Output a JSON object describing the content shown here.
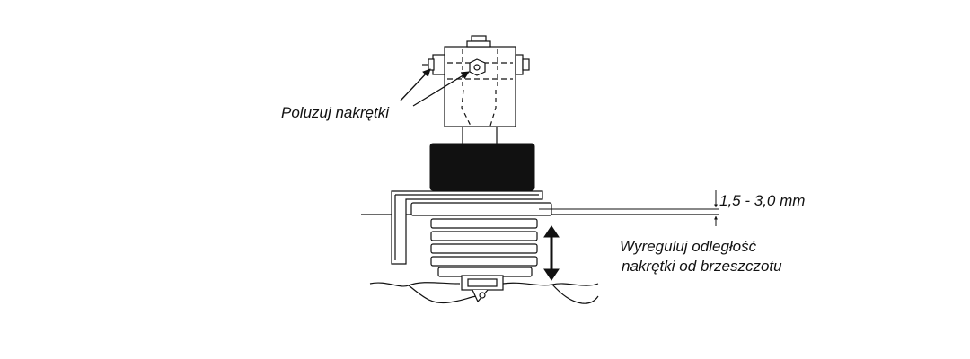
{
  "labels": {
    "loosen_nuts": "Poluzuj nakrętki",
    "gap_range": "1,5 - 3,0 mm",
    "adjust_line1": "Wyreguluj odległość",
    "adjust_line2": "nakrętki od brzeszczotu"
  },
  "icons": {
    "leader_arrow": "arrow-icon",
    "adjust_arrow": "double-arrow-icon",
    "gap_marker": "dimension-arrow-icon"
  },
  "colors": {
    "stroke": "#111111",
    "fill_dark": "#111111",
    "background": "#ffffff"
  }
}
